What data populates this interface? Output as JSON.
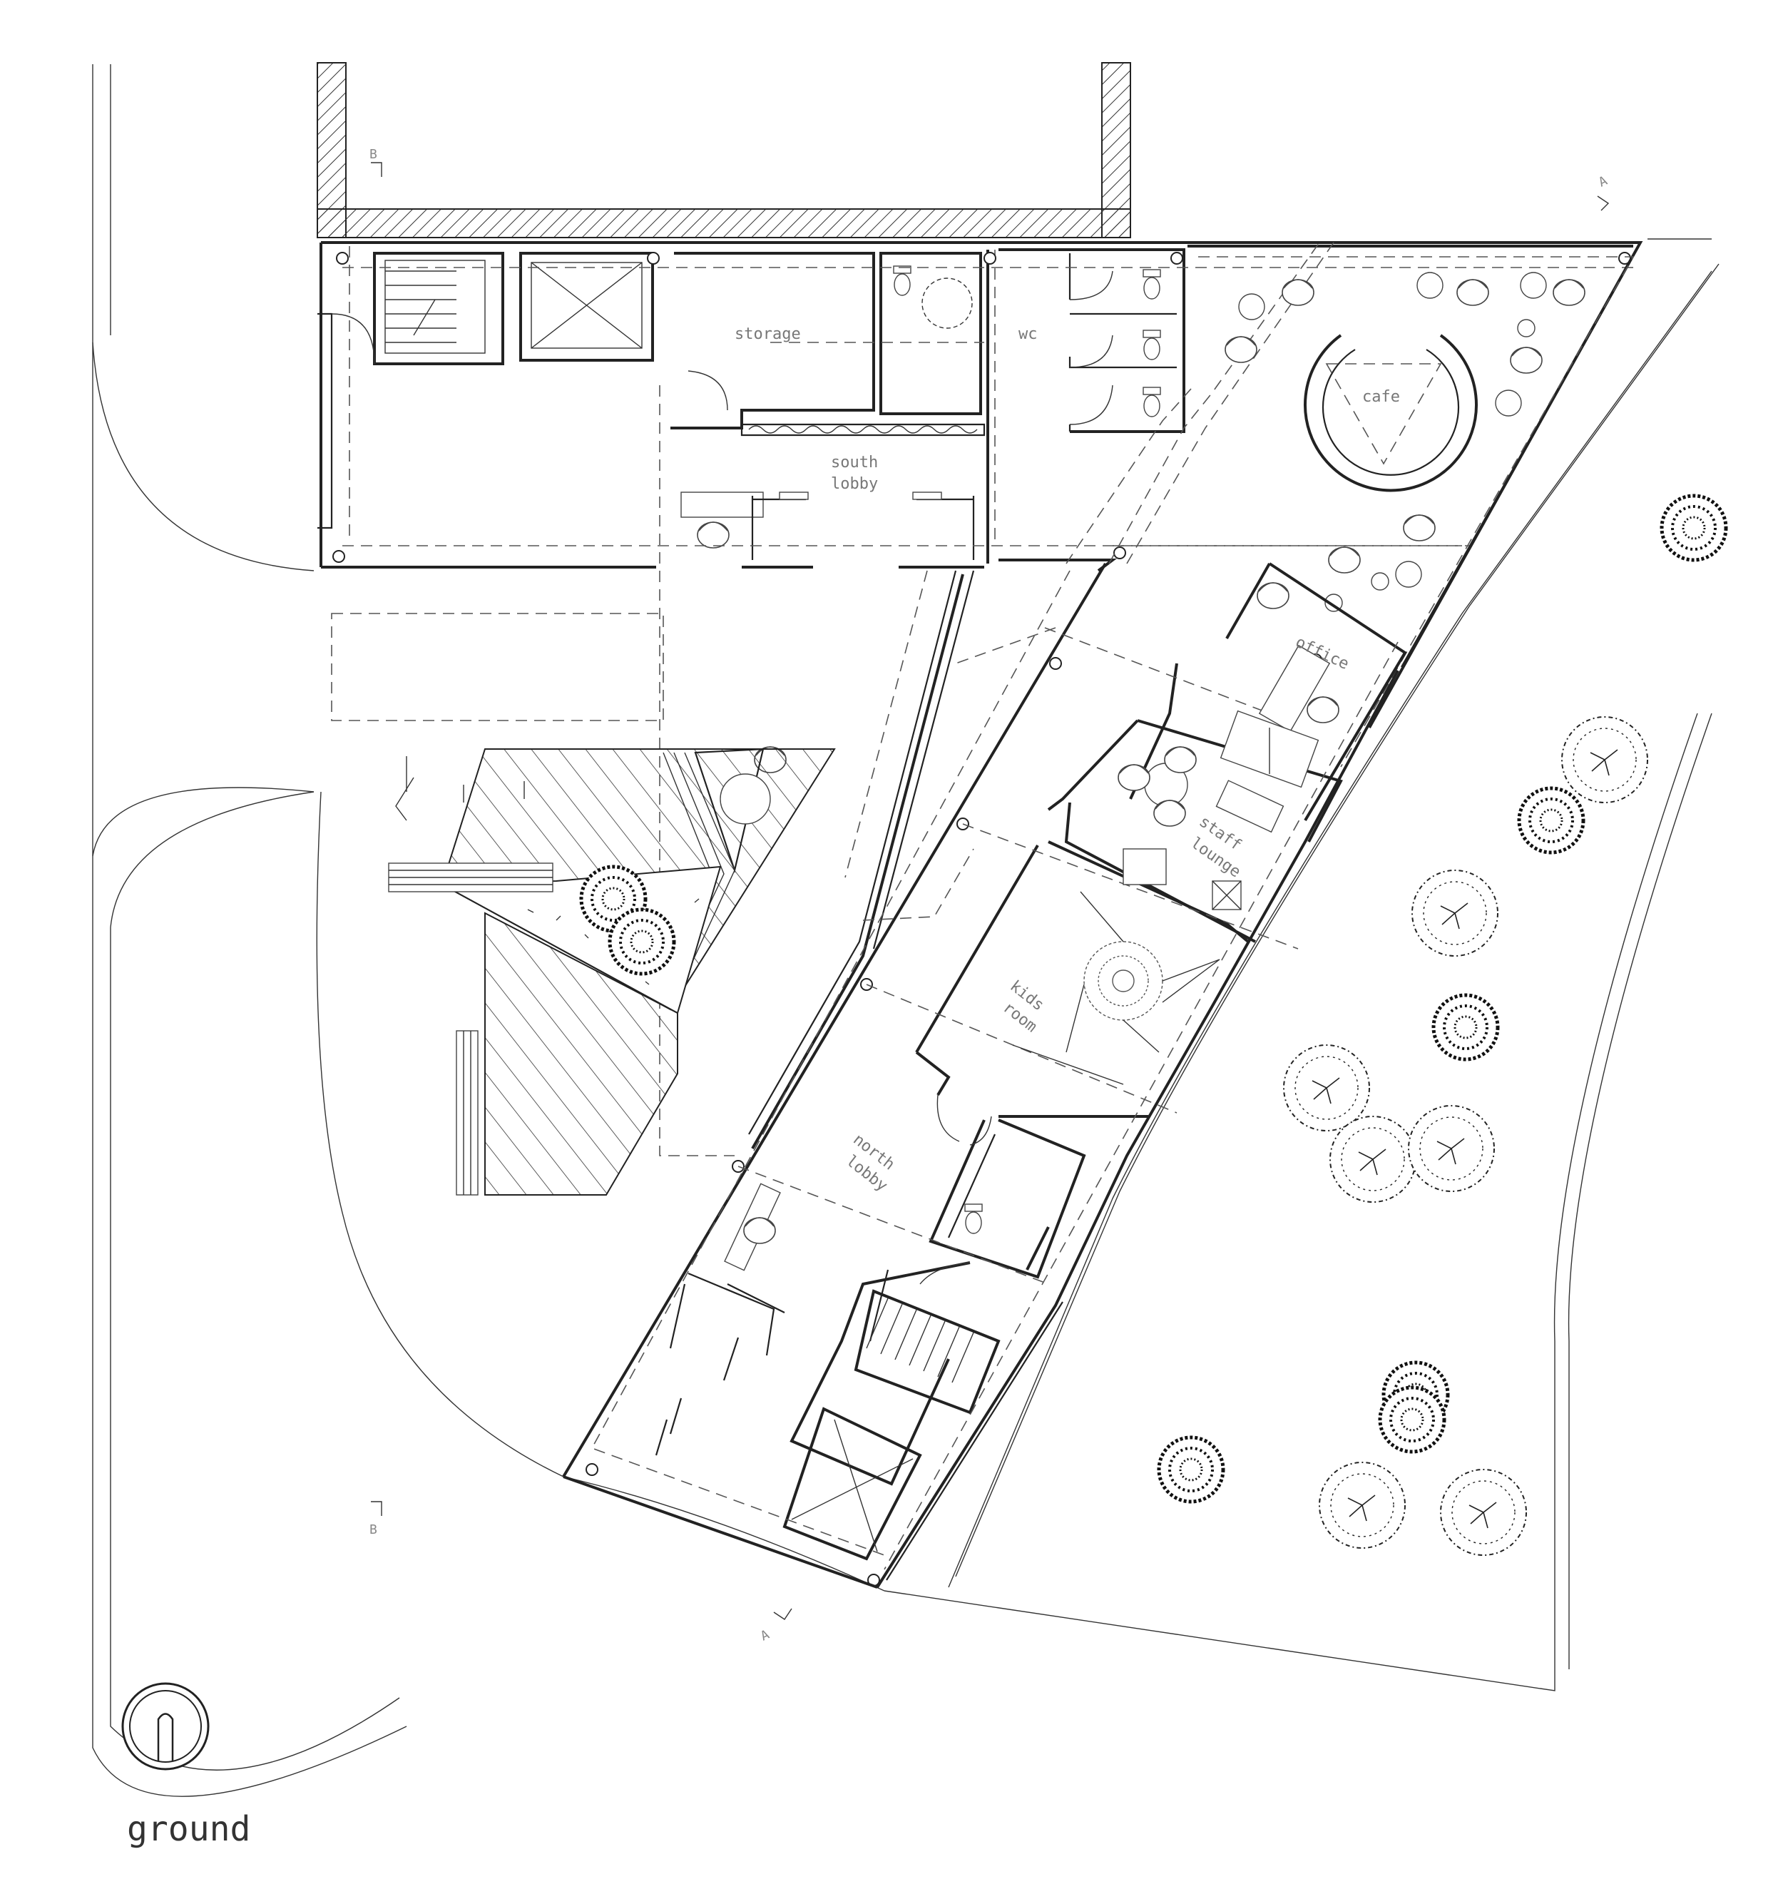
{
  "drawing": {
    "title": "ground"
  },
  "rooms": {
    "storage": "storage",
    "wc": "wc",
    "south_lobby_line1": "south",
    "south_lobby_line2": "lobby",
    "cafe": "cafe",
    "office": "office",
    "staff_lounge_line1": "staff",
    "staff_lounge_line2": "lounge",
    "kids_room_line1": "kids",
    "kids_room_line2": "room",
    "north_lobby_line1": "north",
    "north_lobby_line2": "lobby"
  },
  "section_markers": {
    "b_top": "B",
    "b_bottom": "B",
    "a_top": "A",
    "a_bottom": "A"
  },
  "icons": [
    "north-arrow-icon",
    "tree-icon",
    "chair-icon",
    "toilet-icon",
    "stair-icon",
    "elevator-icon",
    "column-icon",
    "door-swing-icon"
  ],
  "colors": {
    "line": "#222222",
    "label": "#777777",
    "background": "#ffffff"
  }
}
